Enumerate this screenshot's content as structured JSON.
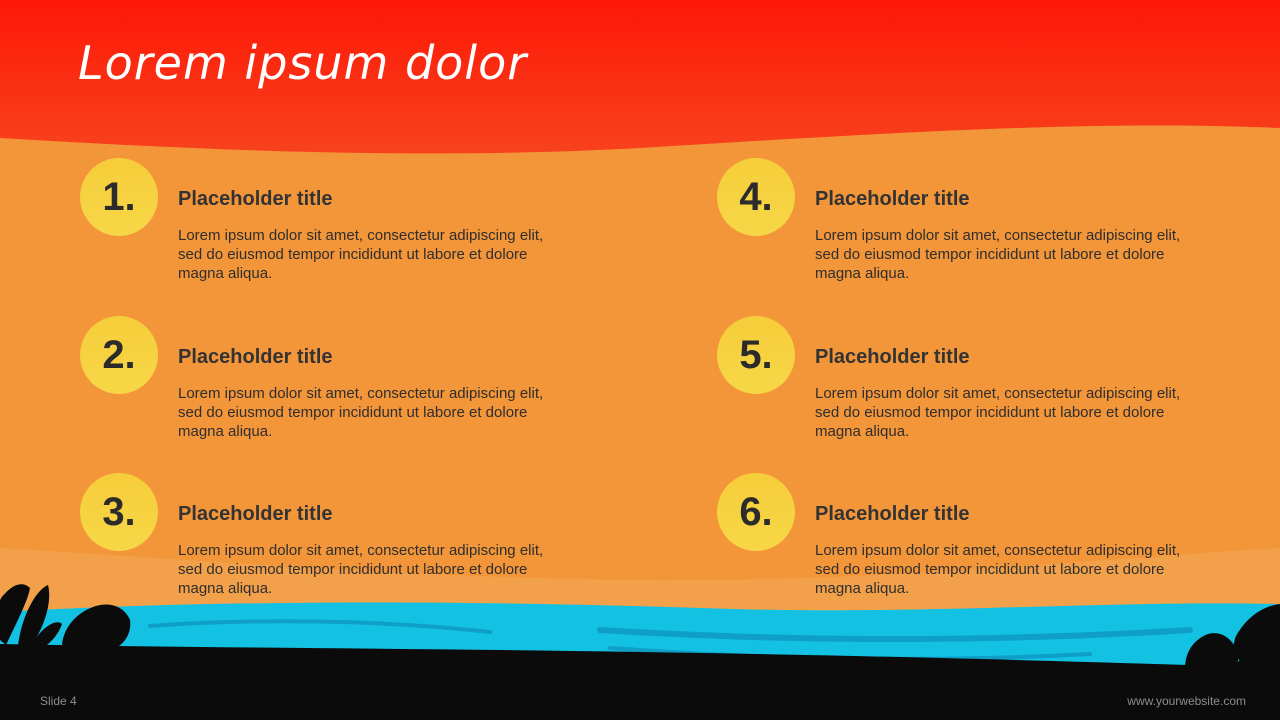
{
  "slide": {
    "title": "Lorem ipsum dolor",
    "footer_left": "Slide 4",
    "footer_right": "www.yourwebsite.com"
  },
  "items": [
    {
      "number": "1.",
      "title": "Placeholder title",
      "text": "Lorem ipsum dolor sit amet, consectetur adipiscing elit, sed do eiusmod tempor incididunt ut labore et dolore magna aliqua."
    },
    {
      "number": "2.",
      "title": "Placeholder title",
      "text": "Lorem ipsum dolor sit amet, consectetur adipiscing elit, sed do eiusmod tempor incididunt ut labore et dolore magna aliqua."
    },
    {
      "number": "3.",
      "title": "Placeholder title",
      "text": "Lorem ipsum dolor sit amet, consectetur adipiscing elit, sed do eiusmod tempor incididunt ut labore et dolore magna aliqua."
    },
    {
      "number": "4.",
      "title": "Placeholder title",
      "text": "Lorem ipsum dolor sit amet, consectetur adipiscing elit, sed do eiusmod tempor incididunt ut labore et dolore magna aliqua."
    },
    {
      "number": "5.",
      "title": "Placeholder title",
      "text": "Lorem ipsum dolor sit amet, consectetur adipiscing elit, sed do eiusmod tempor incididunt ut labore et dolore magna aliqua."
    },
    {
      "number": "6.",
      "title": "Placeholder title",
      "text": "Lorem ipsum dolor sit amet, consectetur adipiscing elit, sed do eiusmod tempor incididunt ut labore et dolore magna aliqua."
    }
  ],
  "colors": {
    "sky_top": "#fe1807",
    "sky_bottom": "#f7421d",
    "sand": "#f39539",
    "sea": "#13c2e3",
    "ground": "#0b0b0b",
    "badge": "#f6cd3a"
  },
  "icons": [
    "tropical-leaf-icon",
    "monstera-leaf-icon"
  ]
}
